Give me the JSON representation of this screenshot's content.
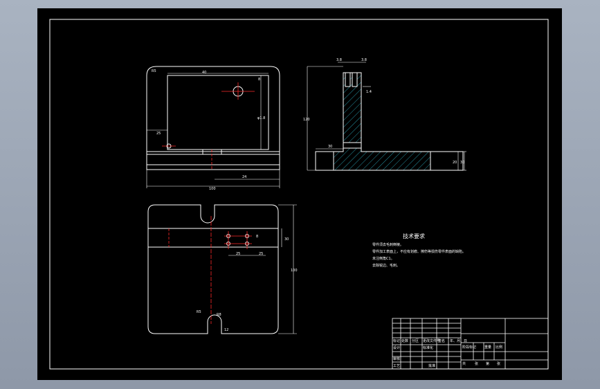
{
  "colors": {
    "background": "#000000",
    "line": "#ffffff",
    "centerline": "#ff2a2a",
    "hatch": "#2fb5c9",
    "dimension": "#ffffff"
  },
  "top_view": {
    "dims": {
      "width_top": "40",
      "right_small": "8",
      "height_mid": "φ1.8",
      "left_small": "25",
      "total_width": "100",
      "bottom_dim": "24",
      "corner": "R5"
    }
  },
  "side_view": {
    "dims": {
      "top_left": "3.8",
      "top_right": "3.8",
      "mid_right": "1.4",
      "height": "120",
      "bottom_left": "30",
      "right_a": "20",
      "right_b": "30"
    }
  },
  "front_view": {
    "dims": {
      "right_a": "8",
      "right_b": "30",
      "bottom_a": "25",
      "bottom_b": "25",
      "height": "100",
      "slot_left": "R5",
      "slot_right": "R8",
      "bottom_small": "12"
    }
  },
  "notes": {
    "title": "技术要求",
    "lines": [
      "零件须去毛刺倒棱。",
      "零件加工表面上，不应有划痕、擦伤等损伤零件表面的缺陷。",
      "未注倒角C1。",
      "去除锐边、毛刺。"
    ]
  },
  "title_block": {
    "cells": {
      "mark": "标记",
      "count": "处数",
      "zone": "分区",
      "change_doc": "更改文件号",
      "sign": "签名",
      "date": "年、月、日",
      "design": "设计",
      "standard": "标准化",
      "stage_mark": "阶段标记",
      "weight": "重量",
      "scale": "比例",
      "review": "审核",
      "process": "工艺",
      "approve": "批准",
      "total": "共",
      "sheet": "张",
      "page": "第",
      "of": "张"
    }
  }
}
